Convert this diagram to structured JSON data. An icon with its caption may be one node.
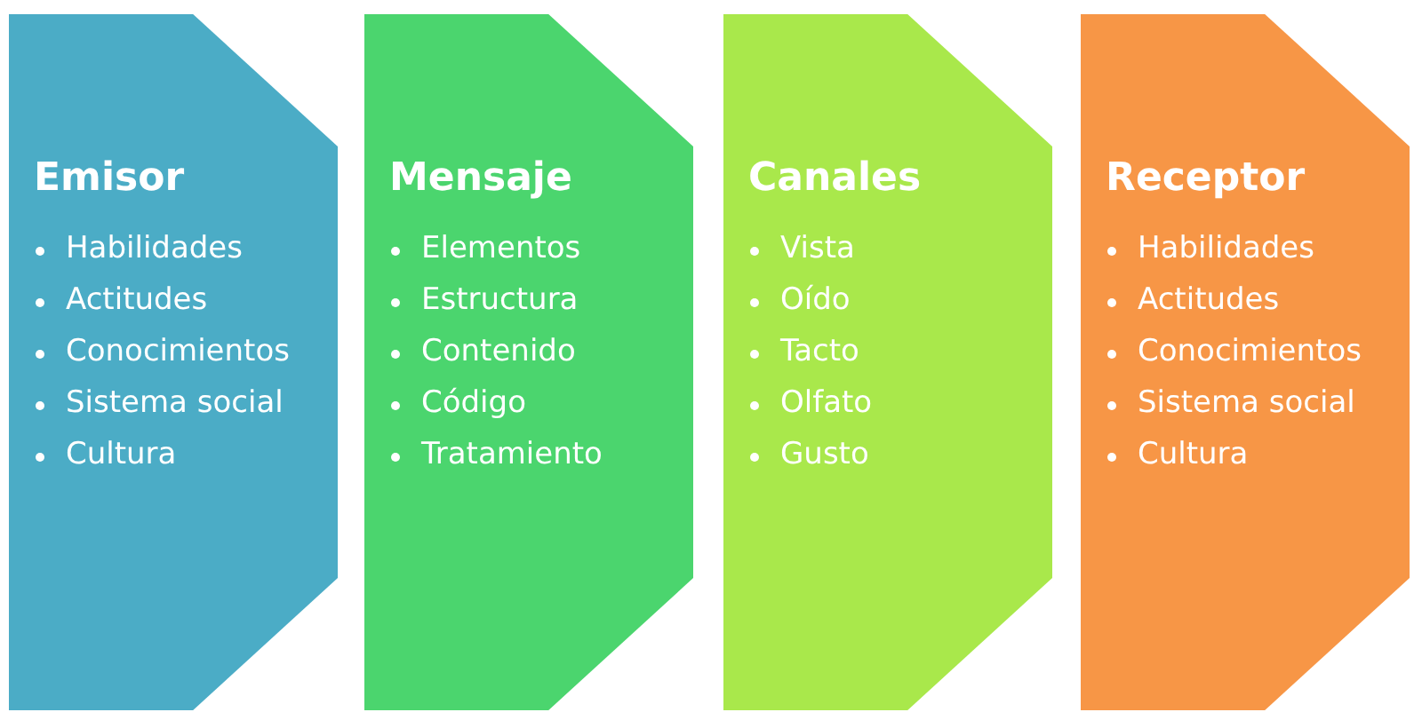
{
  "diagram": {
    "nodes": [
      {
        "text": [
          "Emisor",
          "Habilidades",
          "Actitudes",
          "Conocimientos",
          "Sistema social",
          "Cultura"
        ]
      },
      {
        "text": [
          "Mensaje",
          "Elementos",
          "Estructura",
          "Contenido",
          "Código",
          "Tratamiento"
        ]
      },
      {
        "text": [
          "Canales",
          "Vista",
          "Oído",
          "Tacto",
          "Olfato",
          "Gusto"
        ]
      },
      {
        "text": [
          "Receptor",
          "Habilidades",
          "Actitudes",
          "Conocimientos",
          "Sistema social",
          "Cultura"
        ]
      }
    ]
  }
}
